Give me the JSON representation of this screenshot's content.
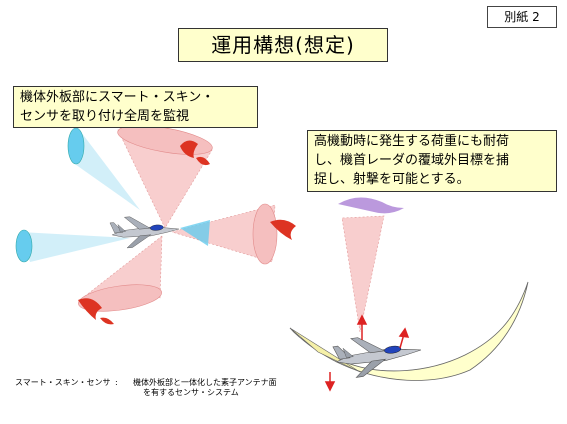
{
  "attachment_label": "別紙 2",
  "title": "運用構想(想定)",
  "note_left": {
    "lines": [
      "機体外板部にスマート・スキン・",
      "センサを取り付け全周を監視"
    ]
  },
  "note_right": {
    "lines": [
      "高機動時に発生する荷重にも耐荷",
      "し、機首レーダの覆域外目標を捕",
      "捉し、射撃を可能とする。"
    ]
  },
  "footnote": {
    "term": "スマート・スキン・センサ",
    "separator": ":",
    "definition_lines": [
      "機体外板部と一体化した素子アンテナ面",
      "を有するセンサ・システム"
    ]
  },
  "colors": {
    "note_background": "#ffffcc",
    "beam_pink": "#f7b8b8",
    "beam_cyan": "#66ccee",
    "target_red": "#dd3322",
    "target_purple": "#bb99dd",
    "trajectory_fill": "#ffffcc",
    "aircraft_gray": "#b8bcc4",
    "canopy_blue": "#2244bb"
  }
}
